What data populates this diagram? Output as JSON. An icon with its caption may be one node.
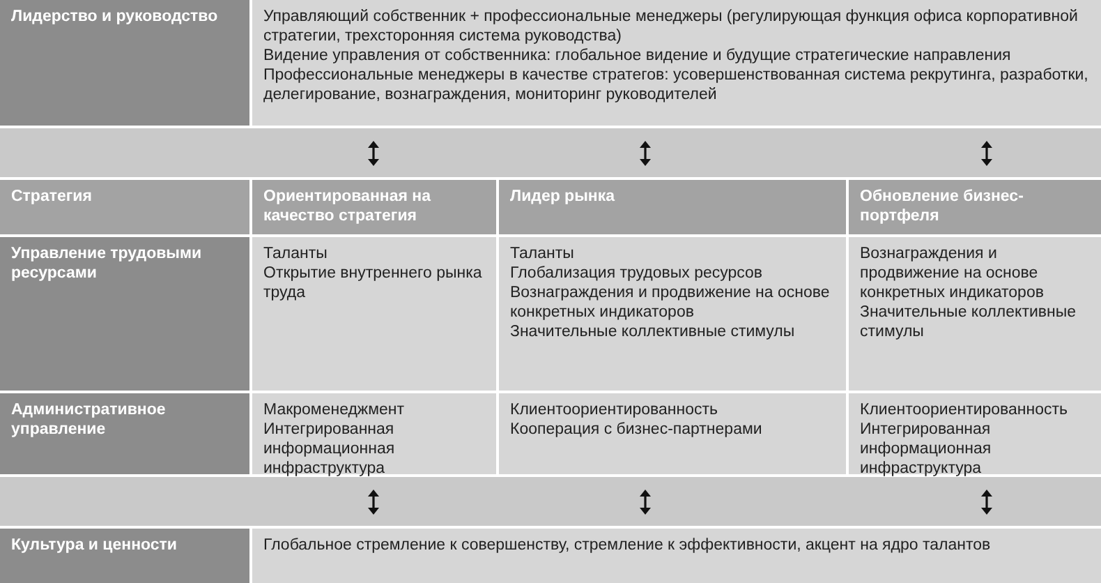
{
  "diagram": {
    "labels": [
      "Лидерство и руководство",
      "Управляющий собственник + профессиональные менеджеры (регулирующая функция офиса корпоративной стратегии, трехсторонняя система руководства)",
      "Видение управления от собственника: глобальное видение и будущие стратегические направления",
      "Профессиональные менеджеры в качестве стратегов: усовершенствованная система рекрутинга, разработки, делегирование, вознаграждения, мониторинг руководителей",
      "Стратегия",
      "Ориентированная на качество стратегия",
      "Лидер рынка",
      "Обновление бизнес-портфеля",
      "Управление трудовыми ресурсами",
      "Таланты",
      "Открытие внутреннего рынка труда",
      "Таланты",
      "Глобализация трудовых ресурсов",
      "Вознаграждения и продвижение на основе конкретных индикаторов",
      "Значительные коллективные стимулы",
      "Вознаграждения и продвижение на основе конкретных индикаторов",
      "Значительные коллективные стимулы",
      "Административное управление",
      "Макроменеджмент",
      "Интегрированная информационная инфраструктура",
      "Клиентоориентированность",
      "Кооперация с бизнес-партнерами",
      "Клиентоориентированность",
      "Интегрированная информационная инфраструктура",
      "Культура и ценности",
      "Глобальное стремление к совершенству, стремление к эффективности, акцент на ядро талантов"
    ]
  }
}
